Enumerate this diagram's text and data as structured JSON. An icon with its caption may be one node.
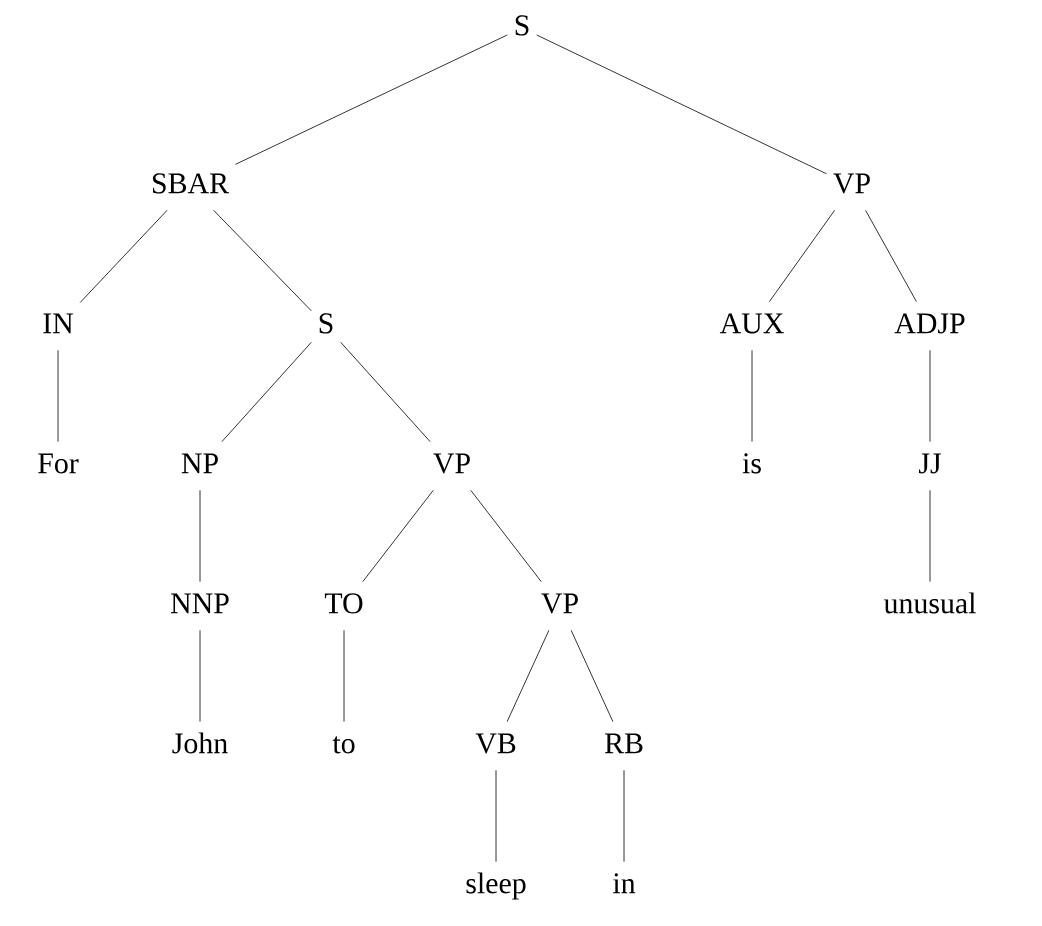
{
  "diagram": {
    "nodes": [
      {
        "text": [
          "S"
        ]
      },
      {
        "text": [
          "SBAR"
        ]
      },
      {
        "text": [
          "VP"
        ]
      },
      {
        "text": [
          "IN"
        ]
      },
      {
        "text": [
          "S"
        ]
      },
      {
        "text": [
          "AUX"
        ]
      },
      {
        "text": [
          "ADJP"
        ]
      },
      {
        "text": [
          "For"
        ]
      },
      {
        "text": [
          "NP"
        ]
      },
      {
        "text": [
          "VP"
        ]
      },
      {
        "text": [
          "is"
        ]
      },
      {
        "text": [
          "JJ"
        ]
      },
      {
        "text": [
          "NNP"
        ]
      },
      {
        "text": [
          "TO"
        ]
      },
      {
        "text": [
          "VP"
        ]
      },
      {
        "text": [
          "unusual"
        ]
      },
      {
        "text": [
          "John"
        ]
      },
      {
        "text": [
          "to"
        ]
      },
      {
        "text": [
          "VB"
        ]
      },
      {
        "text": [
          "RB"
        ]
      },
      {
        "text": [
          "sleep"
        ]
      },
      {
        "text": [
          "in"
        ]
      }
    ],
    "edges": [
      {
        "from": 0,
        "to": 1,
        "arrow": "none"
      },
      {
        "from": 0,
        "to": 2,
        "arrow": "none"
      },
      {
        "from": 1,
        "to": 3,
        "arrow": "none"
      },
      {
        "from": 1,
        "to": 4,
        "arrow": "none"
      },
      {
        "from": 2,
        "to": 5,
        "arrow": "none"
      },
      {
        "from": 2,
        "to": 6,
        "arrow": "none"
      },
      {
        "from": 3,
        "to": 7,
        "arrow": "none"
      },
      {
        "from": 4,
        "to": 8,
        "arrow": "none"
      },
      {
        "from": 4,
        "to": 9,
        "arrow": "none"
      },
      {
        "from": 5,
        "to": 10,
        "arrow": "none"
      },
      {
        "from": 6,
        "to": 11,
        "arrow": "none"
      },
      {
        "from": 8,
        "to": 12,
        "arrow": "none"
      },
      {
        "from": 9,
        "to": 13,
        "arrow": "none"
      },
      {
        "from": 9,
        "to": 14,
        "arrow": "none"
      },
      {
        "from": 11,
        "to": 15,
        "arrow": "none"
      },
      {
        "from": 12,
        "to": 16,
        "arrow": "none"
      },
      {
        "from": 13,
        "to": 17,
        "arrow": "none"
      },
      {
        "from": 14,
        "to": 18,
        "arrow": "none"
      },
      {
        "from": 14,
        "to": 19,
        "arrow": "none"
      },
      {
        "from": 18,
        "to": 20,
        "arrow": "none"
      },
      {
        "from": 19,
        "to": 21,
        "arrow": "none"
      }
    ]
  }
}
